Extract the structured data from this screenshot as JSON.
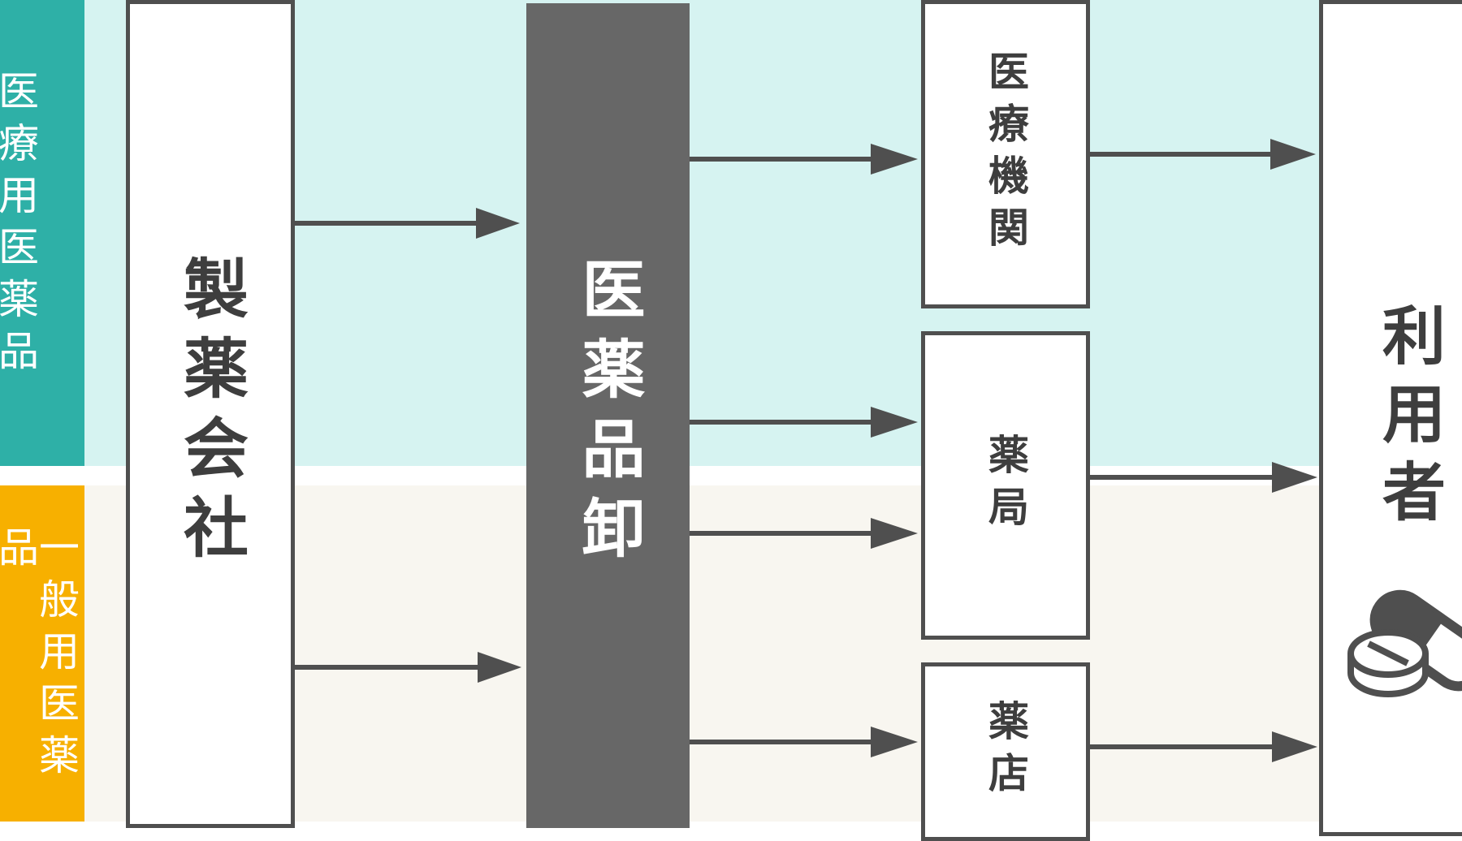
{
  "bands": {
    "top": {
      "label": "医療用医薬品",
      "color": "#2eb0a7",
      "background": "#d6f3f1"
    },
    "bottom": {
      "label": "一般用医薬品",
      "color": "#f7b000",
      "background": "#f8f6f0"
    }
  },
  "nodes": {
    "maker": "製薬会社",
    "wholesale": "医薬品卸",
    "hospital": "医療機関",
    "pharmacy": "薬局",
    "drugstore": "薬店",
    "user": "利用者"
  },
  "icons": {
    "user_icon": "pill-capsule-icon"
  },
  "colors": {
    "box_border": "#4f4f4f",
    "wholesale_fill": "#676767",
    "arrow": "#4f4f4f"
  }
}
